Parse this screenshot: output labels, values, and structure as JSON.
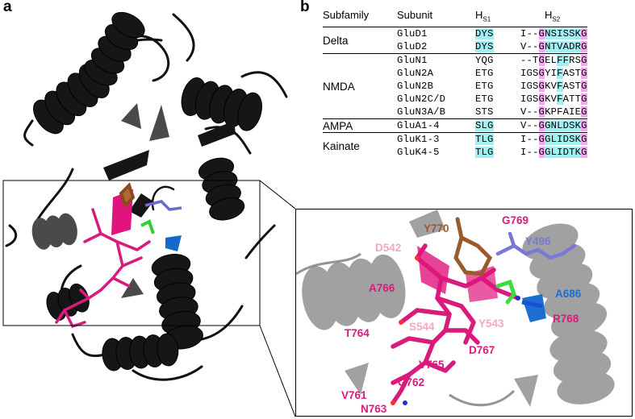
{
  "panel_a": {
    "letter": "a",
    "inset_labels": {
      "G769": "G769",
      "Y770": "Y770",
      "Y496": "Y496",
      "D542": "D542",
      "A766": "A766",
      "A686": "A686",
      "R768": "R768",
      "T764": "T764",
      "S544": "S544",
      "Y543": "Y543",
      "D767": "D767",
      "V765": "V765",
      "G762": "G762",
      "V761": "V761",
      "N763": "N763"
    },
    "colors": {
      "backbone": "#111111",
      "ligand": "#d81b7c",
      "ligand_light": "#f4a6c6",
      "y770": "#9a5a2c",
      "y496": "#7a78d4",
      "green": "#3ddc3d",
      "blue": "#1a6fd0"
    }
  },
  "panel_b": {
    "letter": "b",
    "headers": {
      "subfamily": "Subfamily",
      "subunit": "Subunit",
      "hs1": "H",
      "hs1_sub": "S1",
      "hs2": "H",
      "hs2_sub": "S2"
    },
    "groups": [
      {
        "family": "Delta",
        "rows": [
          {
            "subunit": "GluD1",
            "hs1": "DYS",
            "hs2": [
              "I",
              "-",
              "-",
              "G",
              "N",
              "S",
              "I",
              "S",
              "S",
              "K",
              "G"
            ]
          },
          {
            "subunit": "GluD2",
            "hs1": "DYS",
            "hs2": [
              "V",
              "-",
              "-",
              "G",
              "N",
              "T",
              "V",
              "A",
              "D",
              "R",
              "G"
            ]
          }
        ]
      },
      {
        "family": "NMDA",
        "rows": [
          {
            "subunit": "GluN1",
            "hs1": "YQG",
            "hs2": [
              "-",
              "-",
              "T",
              "G",
              "E",
              "L",
              "F",
              "F",
              "R",
              "S",
              "G"
            ]
          },
          {
            "subunit": "GluN2A",
            "hs1": "ETG",
            "hs2": [
              "I",
              "G",
              "S",
              "G",
              "Y",
              "I",
              "F",
              "A",
              "S",
              "T",
              "G"
            ]
          },
          {
            "subunit": "GluN2B",
            "hs1": "ETG",
            "hs2": [
              "I",
              "G",
              "S",
              "G",
              "K",
              "V",
              "F",
              "A",
              "S",
              "T",
              "G"
            ]
          },
          {
            "subunit": "GluN2C/D",
            "hs1": "ETG",
            "hs2": [
              "I",
              "G",
              "S",
              "G",
              "K",
              "V",
              "F",
              "A",
              "T",
              "T",
              "G"
            ]
          },
          {
            "subunit": "GluN3A/B",
            "hs1": "STS",
            "hs2": [
              "V",
              "-",
              "-",
              "G",
              "K",
              "P",
              "F",
              "A",
              "I",
              "E",
              "G"
            ]
          }
        ]
      },
      {
        "family": "AMPA",
        "rows": [
          {
            "subunit": "GluA1-4",
            "hs1": "SLG",
            "hs2": [
              "V",
              "-",
              "-",
              "G",
              "G",
              "N",
              "L",
              "D",
              "S",
              "K",
              "G"
            ]
          }
        ]
      },
      {
        "family": "Kainate",
        "rows": [
          {
            "subunit": "GluK1-3",
            "hs1": "TLG",
            "hs2": [
              "I",
              "-",
              "-",
              "G",
              "G",
              "L",
              "I",
              "D",
              "S",
              "K",
              "G"
            ]
          },
          {
            "subunit": "GluK4-5",
            "hs1": "TLG",
            "hs2": [
              "I",
              "-",
              "-",
              "G",
              "G",
              "L",
              "I",
              "D",
              "T",
              "K",
              "G"
            ]
          }
        ]
      }
    ],
    "colors": {
      "cyan": "#9ff1f3",
      "magenta": "#f3a8f1"
    }
  }
}
